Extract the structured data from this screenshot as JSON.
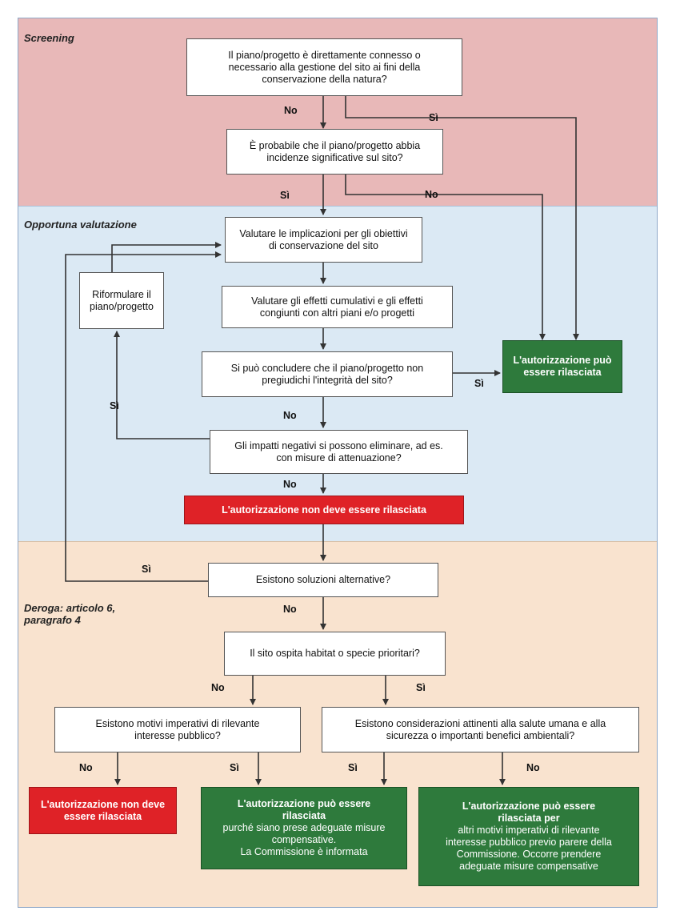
{
  "sections": {
    "screening": "Screening",
    "valutazione": "Opportuna valutazione",
    "deroga": "Deroga: articolo 6,\nparagrafo 4"
  },
  "nodes": {
    "q1": "Il piano/progetto è direttamente connesso o\nnecessario alla gestione del sito ai fini della\nconservazione della natura?",
    "q2": "È probabile che il piano/progetto abbia\nincidenze significative sul sito?",
    "v1": "Valutare le implicazioni per gli obiettivi\ndi conservazione del sito",
    "v2": "Valutare gli effetti cumulativi e gli effetti\ncongiunti con altri piani e/o progetti",
    "v3": "Si può concludere che il piano/progetto non\npregiudichi l'integrità del sito?",
    "v4": "Gli impatti negativi si possono eliminare, ad es.\ncon misure di attenuazione?",
    "riformulare": "Riformulare il\npiano/progetto",
    "auth_ok": "L'autorizzazione può\nessere rilasciata",
    "auth_no": "L'autorizzazione non deve essere rilasciata",
    "d1": "Esistono soluzioni alternative?",
    "d2": "Il sito ospita habitat o specie prioritari?",
    "d3": "Esistono motivi imperativi di rilevante\ninteresse pubblico?",
    "d4": "Esistono considerazioni attinenti alla salute umana e alla\nsicurezza o importanti benefici ambientali?",
    "final_no": "L'autorizzazione non deve\nessere rilasciata",
    "final_mid_title": "L'autorizzazione può essere\nrilasciata",
    "final_mid_desc": "purché siano prese adeguate misure\ncompensative.\nLa Commissione è informata",
    "final_right_title": "L'autorizzazione può essere\nrilasciata per",
    "final_right_desc": "altri motivi imperativi di rilevante\ninteresse pubblico previo parere della\nCommissione. Occorre prendere\nadeguate misure compensative"
  },
  "labels": {
    "q1_no": "No",
    "q1_si": "Sì",
    "q2_si": "Sì",
    "q2_no": "No",
    "v3_si": "Sì",
    "v3_no": "No",
    "v4_si": "Sì",
    "v4_no": "No",
    "d1_si": "Sì",
    "d1_no": "No",
    "d2_no": "No",
    "d2_si": "Sì",
    "d3_no": "No",
    "d3_si": "Sì",
    "d4_si": "Sì",
    "d4_no": "No"
  }
}
